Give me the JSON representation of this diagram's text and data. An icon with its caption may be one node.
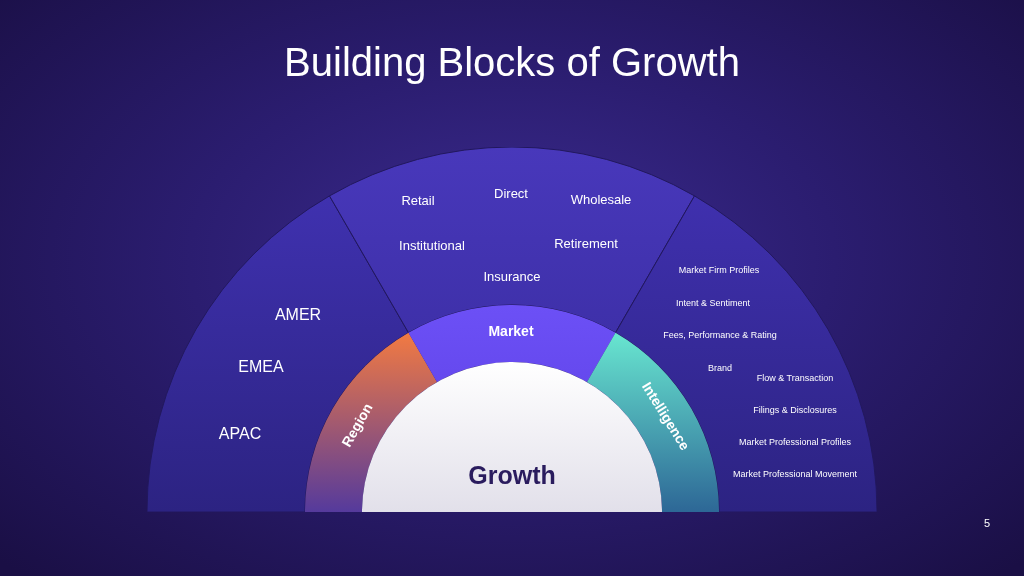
{
  "diagram": {
    "title": "Building Blocks of Growth",
    "nodes": [
      {
        "text": [
          "AMER",
          "EMEA",
          "APAC"
        ]
      },
      {
        "text": [
          "Retail",
          "Direct",
          "Wholesale",
          "Institutional",
          "Retirement",
          "Insurance"
        ]
      },
      {
        "text": [
          "Market Firm Profiles",
          "Intent & Sentiment",
          "Fees, Performance & Rating",
          "Brand",
          "Flow & Transaction",
          "Filings & Disclosures",
          "Market Professional Profiles",
          "Market Professional Movement"
        ]
      },
      {
        "text": [
          "Region"
        ]
      },
      {
        "text": [
          "Market"
        ]
      },
      {
        "text": [
          "Intelligence"
        ]
      },
      {
        "text": [
          "Growth"
        ]
      }
    ],
    "labels": [
      "5"
    ]
  }
}
